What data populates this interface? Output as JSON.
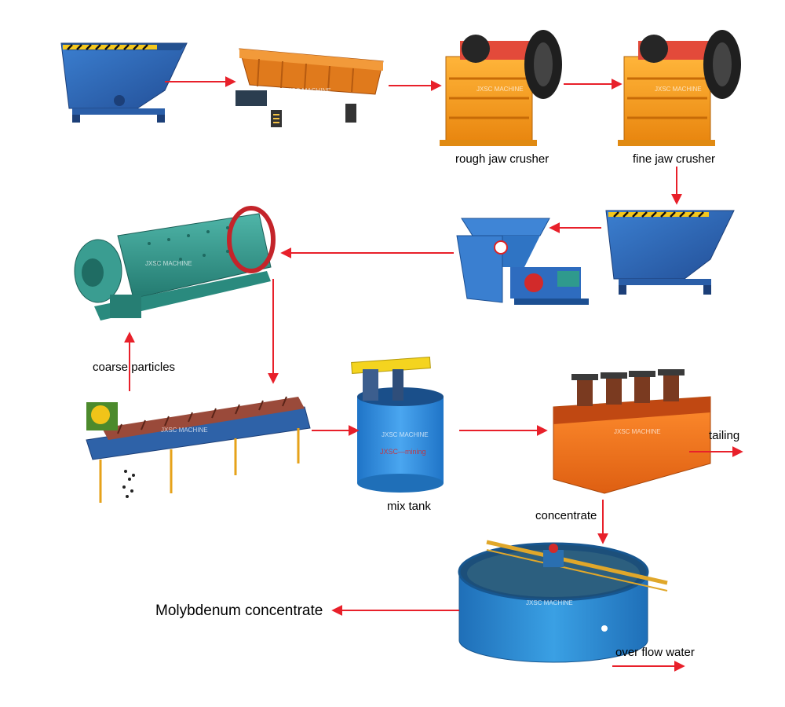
{
  "labels": {
    "rough_jaw_crusher": "rough jaw crusher",
    "fine_jaw_crusher": "fine jaw crusher",
    "coarse_particles": "coarse particles",
    "mix_tank": "mix tank",
    "tailing": "tailing",
    "concentrate": "concentrate",
    "molybdenum_concentrate": "Molybdenum concentrate",
    "over_flow_water": "over flow water"
  },
  "watermarks": {
    "brand": "JXSC MACHINE",
    "mixer_brand": "JXSC—mining"
  },
  "colors": {
    "arrow": "#e8202a",
    "hopper_blue": "#2e67b8",
    "crusher_orange": "#f39a1e",
    "mill_teal": "#2f9a8d",
    "flotation_orange": "#f07a1e",
    "thickener_blue": "#2d8fd0",
    "mix_tank_blue": "#2f8fe0"
  },
  "icons": [
    "hopper",
    "vibrating-feeder",
    "jaw-crusher",
    "jaw-crusher",
    "hopper",
    "belt-feeder",
    "ball-mill",
    "spiral-classifier",
    "mix-tank",
    "flotation-machine",
    "thickener"
  ]
}
